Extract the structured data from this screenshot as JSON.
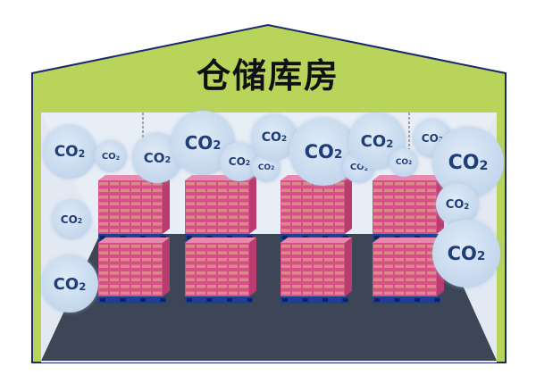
{
  "title": "仓储库房",
  "molecule": {
    "main": "CO",
    "sub": "2"
  },
  "colors": {
    "roof": "#b9d45a",
    "outline": "#1b2a6b",
    "wall": "#e8eef6",
    "floor": "#3d4656",
    "box": "#d64f87",
    "pallet": "#1e3f94",
    "co2_text": "#1f3e78"
  },
  "icons": [
    "co2-bubble",
    "pallet-stack"
  ]
}
